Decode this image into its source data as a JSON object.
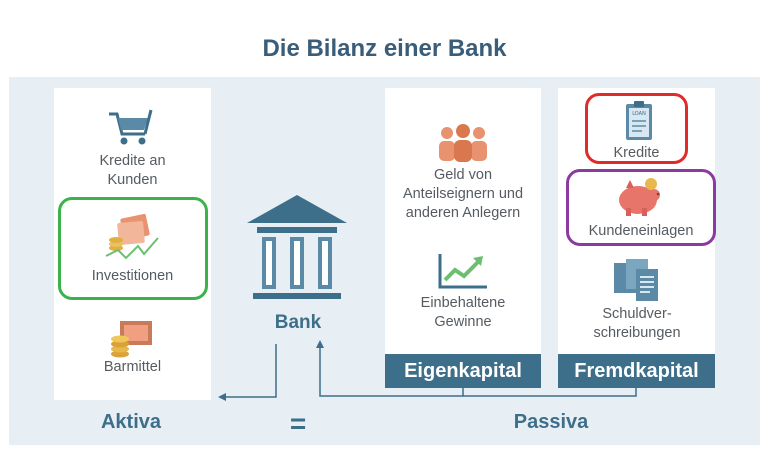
{
  "title": "Die Bilanz einer Bank",
  "aktiva": {
    "items": [
      {
        "label": "Kredite an\nKunden",
        "icon": "shopping-cart-icon"
      },
      {
        "label": "Investitionen",
        "icon": "investment-chart-icon"
      },
      {
        "label": "Barmittel",
        "icon": "cash-coins-icon"
      }
    ],
    "footer": "Aktiva"
  },
  "center": {
    "bank_label": "Bank",
    "equals": "=",
    "icon": "bank-building-icon"
  },
  "eigenkapital": {
    "items": [
      {
        "label": "Geld von\nAnteilseignern und\nanderen Anlegern",
        "icon": "people-group-icon"
      },
      {
        "label": "Einbehaltene\nGewinne",
        "icon": "growth-chart-icon"
      }
    ],
    "footer": "Eigenkapital"
  },
  "fremdkapital": {
    "items": [
      {
        "label": "Kredite",
        "icon": "loan-clipboard-icon",
        "badge": "LOAN"
      },
      {
        "label": "Kundeneinlagen",
        "icon": "piggy-bank-icon"
      },
      {
        "label": "Schuldver-\nschreibungen",
        "icon": "documents-icon"
      }
    ],
    "footer": "Fremdkapital"
  },
  "passiva": {
    "footer": "Passiva"
  },
  "colors": {
    "teal_dark": "#3e6f8a",
    "icon_blue": "#5b8aa6",
    "icon_orange": "#e8926f",
    "icon_green": "#6cbf70",
    "highlight_green": "#3bb34a",
    "highlight_red": "#e02b2b",
    "highlight_purple": "#8b3aa0"
  }
}
